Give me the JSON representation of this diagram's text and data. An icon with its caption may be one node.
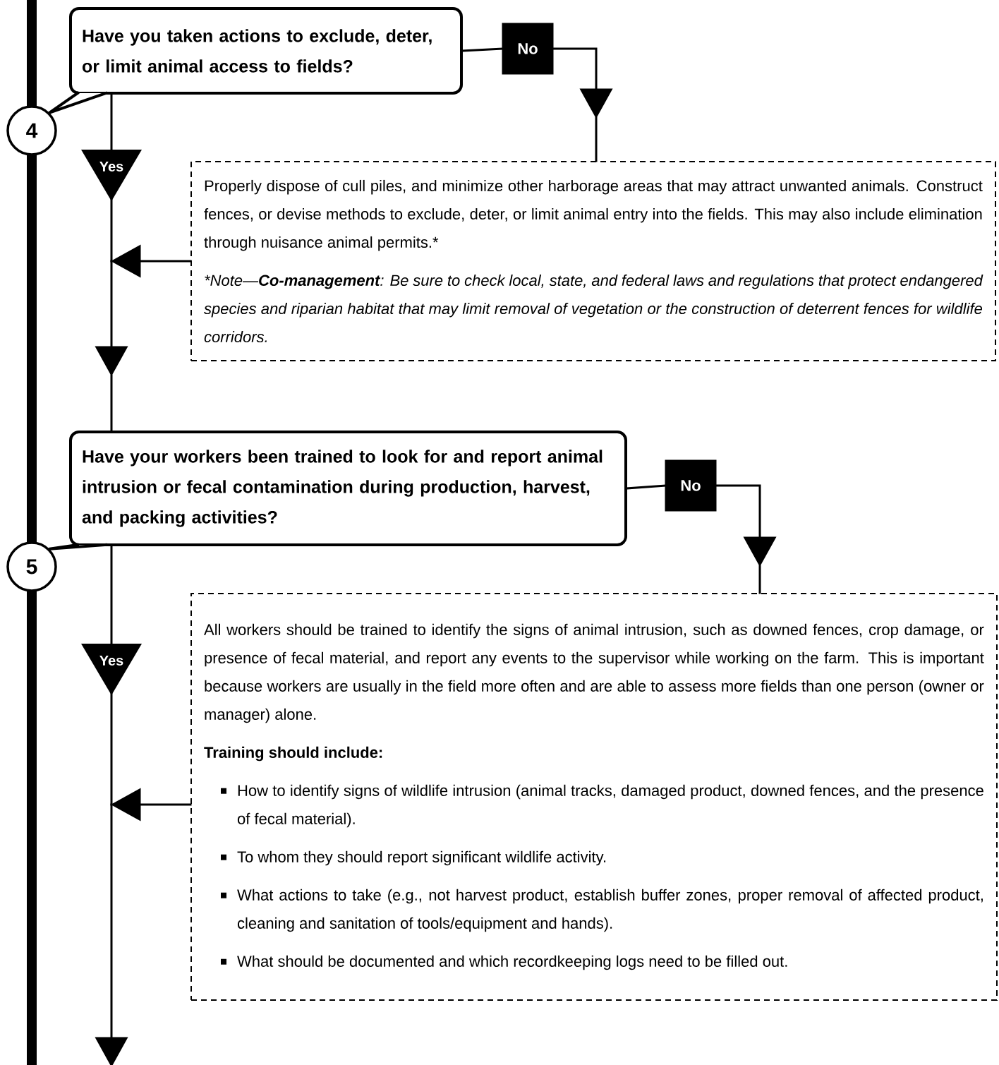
{
  "diagram": {
    "nodes": [
      {
        "text": [
          "4"
        ]
      },
      {
        "text": [
          "Have you taken actions to exclude, deter, or limit animal access to fields?"
        ]
      },
      {
        "text": [
          "No"
        ]
      },
      {
        "text": [
          "Properly dispose of cull piles, and minimize other harborage areas that may attract unwanted animals.  Construct fences, or devise methods to exclude, deter, or limit animal entry into the fields. This may also include elimination through nuisance animal permits.*",
          "*Note—**Co-management**: Be sure to check local, state, and federal laws and regulations that protect endangered species and riparian habitat that may limit removal of vegetation or the construction of deterrent fences for wildlife corridors."
        ]
      },
      {
        "text": [
          "5"
        ]
      },
      {
        "text": [
          "Have your workers been trained to look for and report animal intrusion or fecal contamination during production, harvest, and packing activities?"
        ]
      },
      {
        "text": [
          "No"
        ]
      },
      {
        "text": [
          "All workers should be trained to identify the signs of animal intrusion, such as downed fences, crop damage, or presence of fecal material, and report any events to the supervisor while working on the farm. This is important because workers are usually in the field more often and are able to assess more fields than one person (owner or manager) alone.",
          "Training should include:",
          "How to identify signs of wildlife intrusion (animal tracks, damaged product, downed fences, and the presence of fecal material).",
          "To whom they should report significant wildlife activity.",
          "What actions to take (e.g., not harvest product, establish buffer zones, proper removal of affected product, cleaning and sanitation of tools/equipment and hands).",
          "What should be documented and which recordkeeping logs need to be filled out."
        ]
      }
    ],
    "edges": [
      {
        "from": 1,
        "to": 2,
        "arrow": "none"
      },
      {
        "from": 2,
        "to": 3,
        "arrow": "to"
      },
      {
        "from": 1,
        "to": 5,
        "arrow": "to",
        "label": "Yes"
      },
      {
        "from": 3,
        "to": null,
        "arrow": "to"
      },
      {
        "from": 5,
        "to": 6,
        "arrow": "none"
      },
      {
        "from": 6,
        "to": 7,
        "arrow": "to"
      },
      {
        "from": 5,
        "to": null,
        "arrow": "to",
        "label": "Yes"
      },
      {
        "from": 7,
        "to": null,
        "arrow": "to"
      },
      {
        "from": 1,
        "to": 0,
        "arrow": "none"
      },
      {
        "from": 5,
        "to": 4,
        "arrow": "none"
      }
    ]
  }
}
